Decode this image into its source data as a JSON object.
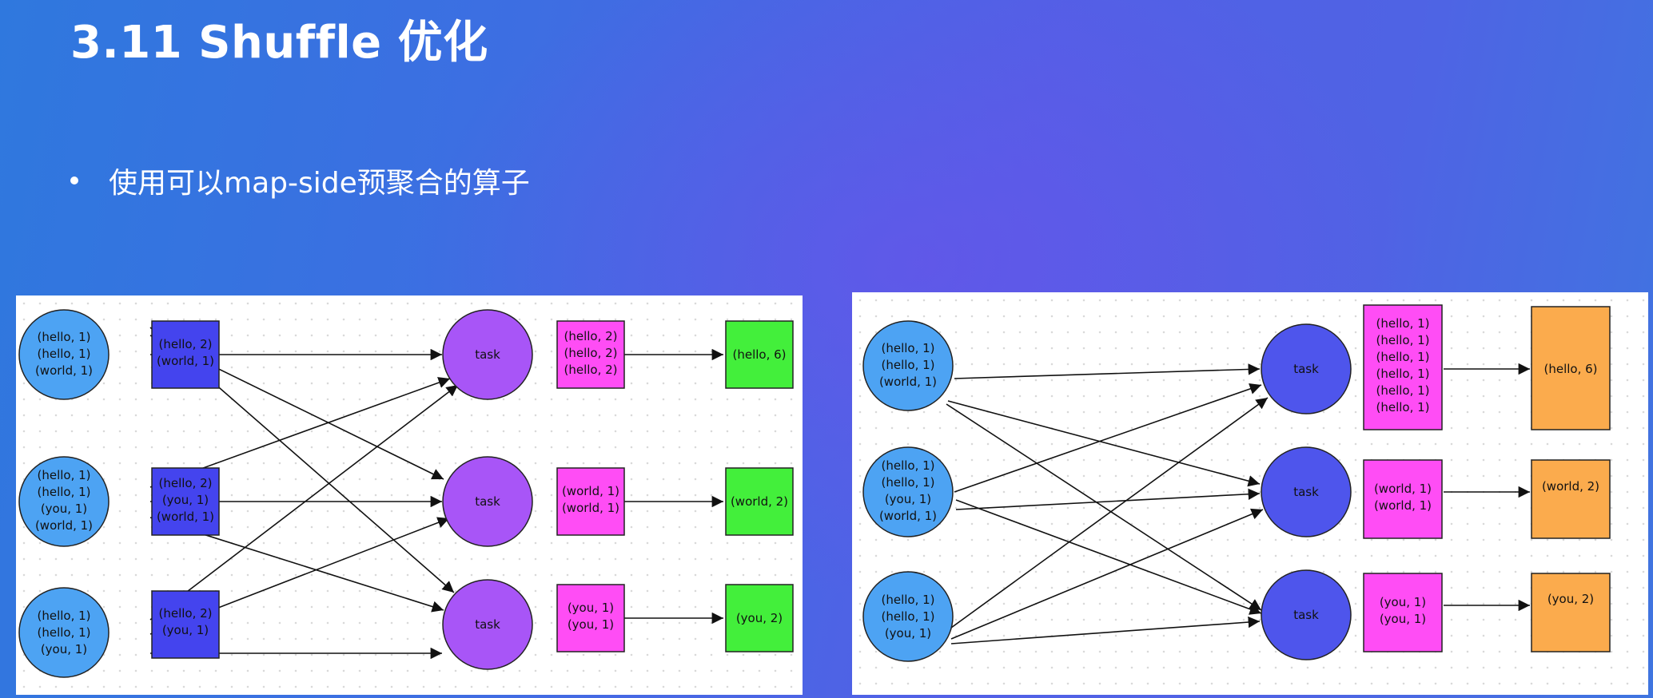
{
  "title": "3.11 Shuffle 优化",
  "bullet": "使用可以map-side预聚合的算子",
  "colors": {
    "input_circle": "#4da3f3",
    "map_box_left": "#4444ee",
    "task_left": "#a855f7",
    "reduce_box": "#ff4df5",
    "result_left": "#43ef3b",
    "task_right": "#4e55ec",
    "result_right": "#fbab4d"
  },
  "left_diagram": {
    "inputs": [
      {
        "lines": [
          "(hello, 1)",
          "(hello, 1)",
          "(world, 1)"
        ]
      },
      {
        "lines": [
          "(hello, 1)",
          "(hello, 1)",
          "(you, 1)",
          "(world, 1)"
        ]
      },
      {
        "lines": [
          "(hello, 1)",
          "(hello, 1)",
          "(you, 1)"
        ]
      }
    ],
    "map_outputs": [
      {
        "lines": [
          "(hello, 2)",
          "(world, 1)"
        ]
      },
      {
        "lines": [
          "(hello, 2)",
          "(you, 1)",
          "(world, 1)"
        ]
      },
      {
        "lines": [
          "(hello, 2)",
          "(you, 1)"
        ]
      }
    ],
    "tasks": [
      {
        "label": "task"
      },
      {
        "label": "task"
      },
      {
        "label": "task"
      }
    ],
    "shuffled": [
      {
        "lines": [
          "(hello, 2)",
          "(hello, 2)",
          "(hello, 2)"
        ]
      },
      {
        "lines": [
          "(world, 1)",
          "(world, 1)"
        ]
      },
      {
        "lines": [
          "(you, 1)",
          "(you, 1)"
        ]
      }
    ],
    "results": [
      {
        "lines": [
          "(hello, 6)"
        ]
      },
      {
        "lines": [
          "(world, 2)"
        ]
      },
      {
        "lines": [
          "(you, 2)"
        ]
      }
    ]
  },
  "right_diagram": {
    "inputs": [
      {
        "lines": [
          "(hello, 1)",
          "(hello, 1)",
          "(world, 1)"
        ]
      },
      {
        "lines": [
          "(hello, 1)",
          "(hello, 1)",
          "(you, 1)",
          "(world, 1)"
        ]
      },
      {
        "lines": [
          "(hello, 1)",
          "(hello, 1)",
          "(you, 1)"
        ]
      }
    ],
    "tasks": [
      {
        "label": "task"
      },
      {
        "label": "task"
      },
      {
        "label": "task"
      }
    ],
    "shuffled": [
      {
        "lines": [
          "(hello, 1)",
          "(hello, 1)",
          "(hello, 1)",
          "(hello, 1)",
          "(hello, 1)",
          "(hello, 1)"
        ]
      },
      {
        "lines": [
          "(world, 1)",
          "(world, 1)"
        ]
      },
      {
        "lines": [
          "(you, 1)",
          "(you, 1)"
        ]
      }
    ],
    "results": [
      {
        "lines": [
          "(hello, 6)"
        ]
      },
      {
        "lines": [
          "(world, 2)"
        ]
      },
      {
        "lines": [
          "(you, 2)"
        ]
      }
    ]
  }
}
